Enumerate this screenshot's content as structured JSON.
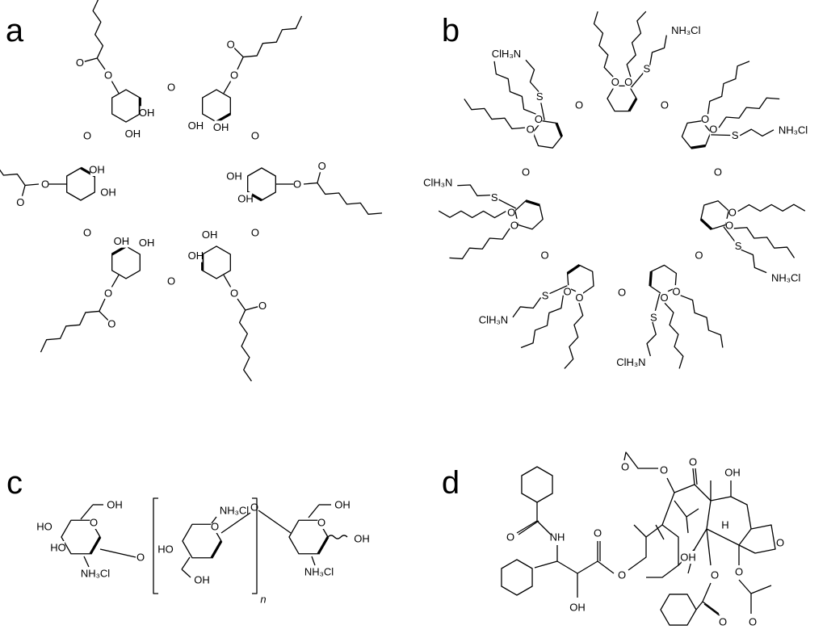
{
  "panels": [
    {
      "id": "a",
      "letter": "a"
    },
    {
      "id": "b",
      "letter": "b"
    },
    {
      "id": "c",
      "letter": "c"
    },
    {
      "id": "d",
      "letter": "d"
    }
  ],
  "atoms": {
    "oxygen": "O",
    "hydroxyl": "OH",
    "hydroxyl_left": "HO",
    "sulfur": "S",
    "ammonium": "NH₃Cl",
    "ammonium_left": "ClH₃N",
    "amine": "NH",
    "hydrogen": "H",
    "repeat_index": "n"
  },
  "colors": {
    "ink": "#000000",
    "background": "#ffffff"
  }
}
